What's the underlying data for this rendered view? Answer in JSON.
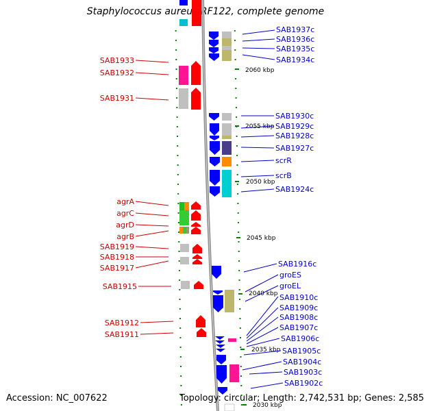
{
  "title": "Staphylococcus aureus RF122, complete genome",
  "footer": {
    "accession": "Accession: NC_007622",
    "topology": "Topology: circular; Length: 2,742,531 bp; Genes: 2,585"
  },
  "colors": {
    "forward_arrow": "#ff0000",
    "reverse_arrow": "#0000ff",
    "forward_label": "#cc0000",
    "reverse_label": "#0000cc",
    "backbone": "#8c8c8c",
    "tick": "#008000"
  },
  "kbp_marks": [
    "2060 kbp",
    "2055 kbp",
    "2050 kbp",
    "2045 kbp",
    "2040 kbp",
    "2035 kbp",
    "2030 kbp"
  ],
  "left_genes": [
    "SAB1933",
    "SAB1932",
    "SAB1931",
    "agrA",
    "agrC",
    "agrD",
    "agrB",
    "SAB1919",
    "SAB1918",
    "SAB1917",
    "SAB1915",
    "SAB1912",
    "SAB1911"
  ],
  "right_genes": [
    "SAB1937c",
    "SAB1936c",
    "SAB1935c",
    "SAB1934c",
    "SAB1930c",
    "SAB1929c",
    "SAB1928c",
    "SAB1927c",
    "scrR",
    "scrB",
    "SAB1924c",
    "SAB1916c",
    "groES",
    "groEL",
    "SAB1910c",
    "SAB1909c",
    "SAB1908c",
    "SAB1907c",
    "SAB1906c",
    "SAB1905c",
    "SAB1904c",
    "SAB1903c",
    "SAB1902c"
  ]
}
